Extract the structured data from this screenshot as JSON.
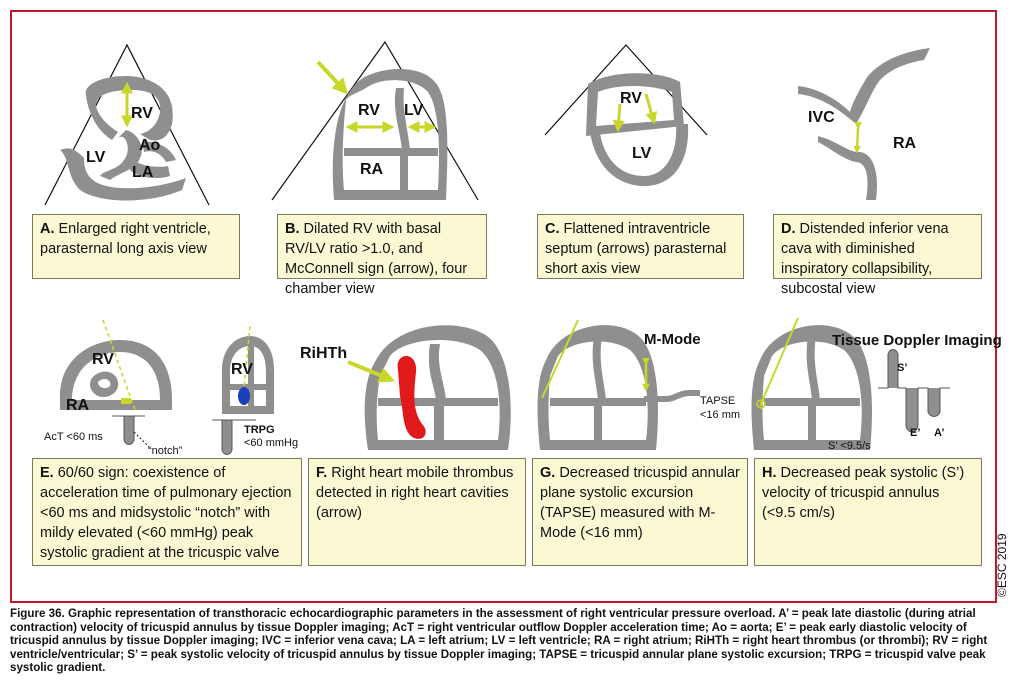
{
  "panels": {
    "A": {
      "letter": "A.",
      "text": "Enlarged right ventricle, parasternal long axis view",
      "labels": {
        "rv": "RV",
        "ao": "Ao",
        "lv": "LV",
        "la": "LA"
      }
    },
    "B": {
      "letter": "B.",
      "text": "Dilated RV with basal RV/LV ratio >1.0, and McConnell sign (arrow), four chamber view",
      "labels": {
        "rv": "RV",
        "lv": "LV",
        "ra": "RA"
      }
    },
    "C": {
      "letter": "C.",
      "text": "Flattened intraventricle septum (arrows) parasternal short axis view",
      "labels": {
        "rv": "RV",
        "lv": "LV"
      }
    },
    "D": {
      "letter": "D.",
      "text": "Distended inferior vena cava with diminished inspiratory collapsibility, subcostal view",
      "labels": {
        "ivc": "IVC",
        "ra": "RA"
      }
    },
    "E": {
      "letter": "E.",
      "text": "60/60 sign: coexistence of acceleration time of pulmonary ejection <60 ms and midsystolic “notch” with mildy elevated (<60 mmHg) peak systolic gradient at the tricuspic valve",
      "labels": {
        "rv": "RV",
        "ra": "RA",
        "act": "AcT <60 ms",
        "notch": "“notch”",
        "rv2": "RV",
        "trpg": "TRPG",
        "trpg_val": "<60 mmHg"
      }
    },
    "F": {
      "letter": "F.",
      "text": "Right heart mobile thrombus detected in right heart cavities (arrow)",
      "labels": {
        "rihth": "RiHTh"
      }
    },
    "G": {
      "letter": "G.",
      "text": "Decreased tricuspid annular plane systolic excursion (TAPSE) measured with M-Mode (<16 mm)",
      "labels": {
        "mmode": "M-Mode",
        "tapse": "TAPSE",
        "tapse_val": "<16 mm"
      }
    },
    "H": {
      "letter": "H.",
      "text": "Decreased peak systolic (S’) velocity of tricuspid annulus (<9.5 cm/s)",
      "labels": {
        "tdi": "Tissue Doppler Imaging",
        "s": "S’",
        "e": "E’",
        "a": "A’",
        "s_val": "S’ <9.5/s"
      }
    }
  },
  "caption": "Figure 36. Graphic representation of transthoracic echocardiographic parameters in the assessment of right ventricular pressure overload. A’ = peak late diastolic (during atrial contraction) velocity of tricuspid annulus by tissue Doppler imaging; AcT = right ventricular outflow Doppler acceleration time; Ao = aorta; E’ = peak early diastolic velocity of tricuspid annulus by tissue Doppler imaging; IVC = inferior vena cava; LA = left atrium; LV = left ventricle; RA = right atrium; RiHTh = right heart thrombus (or thrombi); RV = right ventricle/ventricular; S’ = peak systolic velocity of tricuspid annulus by tissue Doppler imaging; TAPSE = tricuspid annular plane systolic excursion; TRPG = tricuspid valve peak systolic gradient.",
  "copyright": "©ESC 2019",
  "colors": {
    "frame": "#c0182b",
    "wall": "#8f8f8f",
    "arrow": "#c9d62a",
    "thrombus": "#e01a1a",
    "doppler": "#1a3fb8",
    "caption_bg": "#fbf8d4"
  }
}
